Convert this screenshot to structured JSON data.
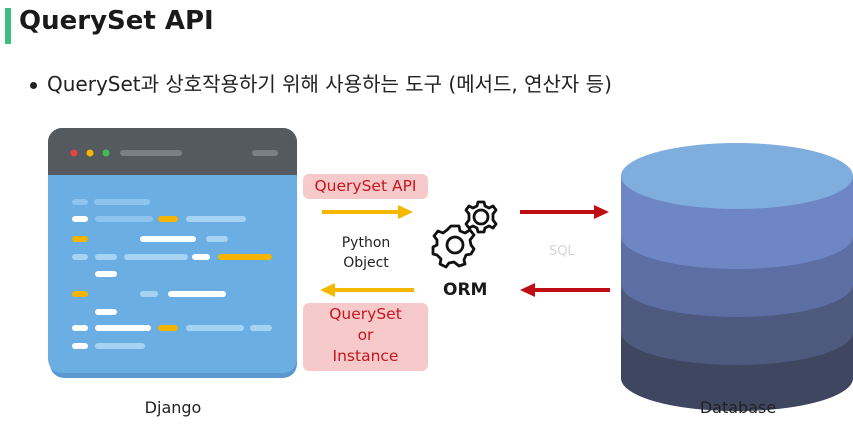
{
  "title": "QuerySet API",
  "bullet": "QuerySet과 상호작용하기 위해 사용하는 도구 (메서드, 연산자 등)",
  "diagram": {
    "left_caption": "Django",
    "right_caption": "Database",
    "top_label": "QuerySet API",
    "middle_label_line1": "Python",
    "middle_label_line2": "Object",
    "bottom_label_line1": "QuerySet",
    "bottom_label_line2": "or",
    "bottom_label_line3": "Instance",
    "orm_label": "ORM",
    "sql_label": "SQL"
  },
  "colors": {
    "accent_bar": "#3fbf7f",
    "label_bg": "#f6c9cb",
    "label_text": "#c8161d",
    "yellow_arrow": "#f5b800",
    "red_arrow": "#c00f14",
    "window_body": "#6aaee3",
    "window_header": "#555a60"
  },
  "icons": [
    "django-code-window-icon",
    "gears-icon",
    "database-cylinder-icon"
  ]
}
